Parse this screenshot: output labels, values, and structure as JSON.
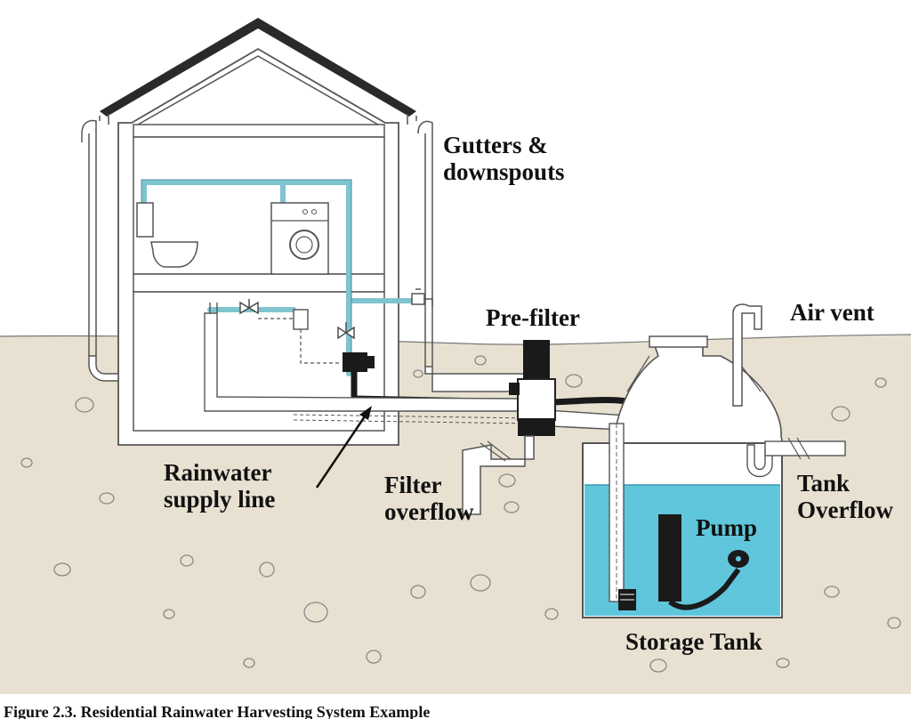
{
  "labels": {
    "gutters": [
      "Gutters &",
      "downspouts"
    ],
    "pre_filter": "Pre-filter",
    "air_vent": "Air vent",
    "rainwater_supply": [
      "Rainwater",
      "supply line"
    ],
    "filter_overflow": [
      "Filter",
      "overflow"
    ],
    "tank_overflow": [
      "Tank",
      "Overflow"
    ],
    "pump": "Pump",
    "storage_tank": "Storage Tank"
  },
  "caption": "Figure 2.3. Residential Rainwater Harvesting System Example",
  "colors": {
    "ground": "#e8e1d1",
    "water": "#5fc6dc",
    "supply_pipe": "#7fc4cf",
    "pipe_outline": "#555555",
    "pipe_black": "#1a1a1a"
  }
}
